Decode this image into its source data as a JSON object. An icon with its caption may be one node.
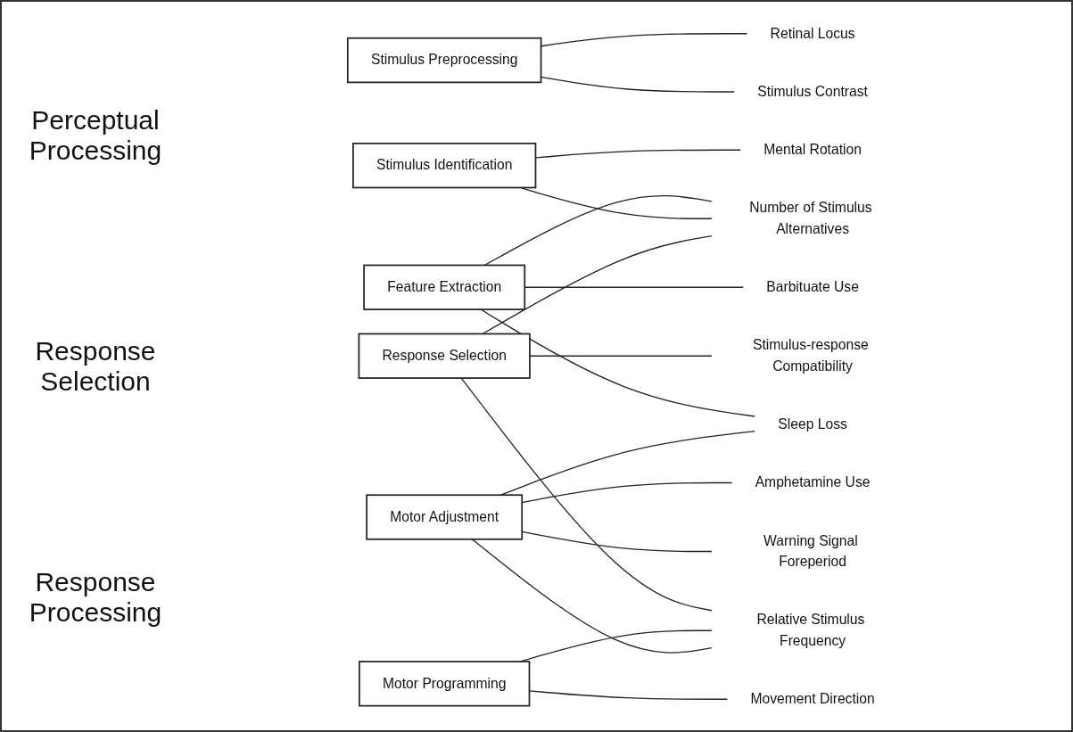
{
  "diagram": {
    "nodes": [
      {
        "text": [
          "Stimulus Preprocessing"
        ]
      },
      {
        "text": [
          "Feature Extraction"
        ]
      },
      {
        "text": [
          "Stimulus Identification"
        ]
      },
      {
        "text": [
          "Response Selection"
        ]
      },
      {
        "text": [
          "Motor Programming"
        ]
      },
      {
        "text": [
          "Motor Adjustment"
        ]
      },
      {
        "text": [
          "Stimulus Contrast"
        ]
      },
      {
        "text": [
          "Retinal Locus"
        ]
      },
      {
        "text": [
          "Barbituate Use"
        ]
      },
      {
        "text": [
          "Sleep Loss"
        ]
      },
      {
        "text": [
          "Mental Rotation"
        ]
      },
      {
        "text": [
          "Number of Stimulus Alternatives"
        ]
      },
      {
        "text": [
          "Stimulus-response Compatibility"
        ]
      },
      {
        "text": [
          "Relative Stimulus Frequency"
        ]
      },
      {
        "text": [
          "Movement Direction"
        ]
      },
      {
        "text": [
          "Warning Signal Foreperiod"
        ]
      },
      {
        "text": [
          "Amphetamine Use"
        ]
      }
    ],
    "edges": [
      {
        "from": 0,
        "to": 6,
        "arrow": "none"
      },
      {
        "from": 0,
        "to": 7,
        "arrow": "none"
      },
      {
        "from": 1,
        "to": 8,
        "arrow": "none"
      },
      {
        "from": 1,
        "to": 9,
        "arrow": "none"
      },
      {
        "from": 1,
        "to": 11,
        "arrow": "none"
      },
      {
        "from": 2,
        "to": 10,
        "arrow": "none"
      },
      {
        "from": 2,
        "to": 11,
        "arrow": "none"
      },
      {
        "from": 3,
        "to": 11,
        "arrow": "none"
      },
      {
        "from": 3,
        "to": 12,
        "arrow": "none"
      },
      {
        "from": 3,
        "to": 13,
        "arrow": "none"
      },
      {
        "from": 4,
        "to": 13,
        "arrow": "none"
      },
      {
        "from": 4,
        "to": 14,
        "arrow": "none"
      },
      {
        "from": 5,
        "to": 13,
        "arrow": "none"
      },
      {
        "from": 5,
        "to": 9,
        "arrow": "none"
      },
      {
        "from": 5,
        "to": 15,
        "arrow": "none"
      },
      {
        "from": 5,
        "to": 16,
        "arrow": "none"
      }
    ],
    "labels": [
      "Perceptual Processing",
      "Response Selection",
      "Response Processing"
    ]
  }
}
